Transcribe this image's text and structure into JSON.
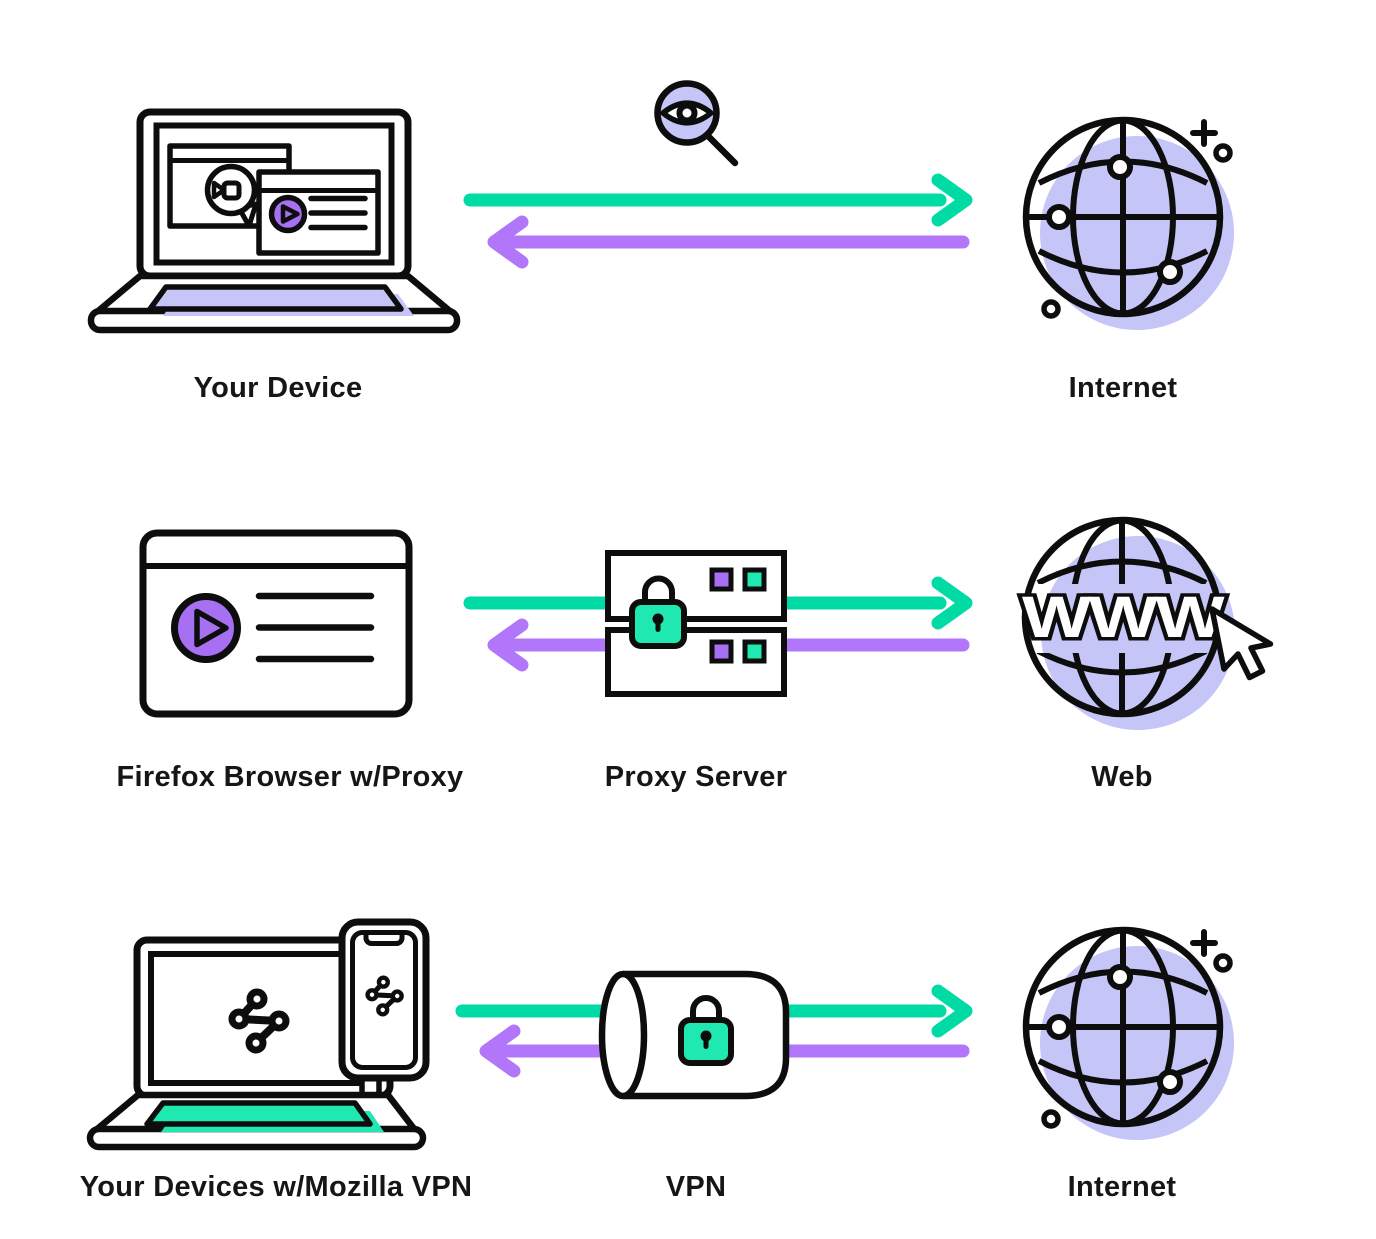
{
  "colors": {
    "green": "#00dba6",
    "purple": "#b176f9",
    "lavender": "#c5c5f7",
    "mint": "#1fe8b1",
    "violet": "#a76ff2",
    "ink": "#0d0d0d",
    "label": "#161616"
  },
  "rows": [
    {
      "left": {
        "icon": "laptop-browser-windows-icon",
        "label": "Your Device"
      },
      "middle": {
        "icon": "surveillance-eye-magnifier-icon"
      },
      "arrows": {
        "to_right": "green",
        "to_left": "purple"
      },
      "right": {
        "icon": "internet-globe-icon",
        "label": "Internet"
      }
    },
    {
      "left": {
        "icon": "browser-window-play-icon",
        "label": "Firefox Browser w/Proxy"
      },
      "middle": {
        "icon": "proxy-server-lock-icon",
        "label": "Proxy Server"
      },
      "arrows": {
        "to_right": "green",
        "to_left": "purple"
      },
      "right": {
        "icon": "www-globe-cursor-icon",
        "label": "Web",
        "globe_text": "WWW"
      }
    },
    {
      "left": {
        "icon": "laptop-phone-vpn-icon",
        "label": "Your Devices w/Mozilla VPN"
      },
      "middle": {
        "icon": "vpn-tunnel-lock-icon",
        "label": "VPN"
      },
      "arrows": {
        "to_right": "green",
        "to_left": "purple"
      },
      "right": {
        "icon": "internet-globe-icon",
        "label": "Internet"
      }
    }
  ]
}
